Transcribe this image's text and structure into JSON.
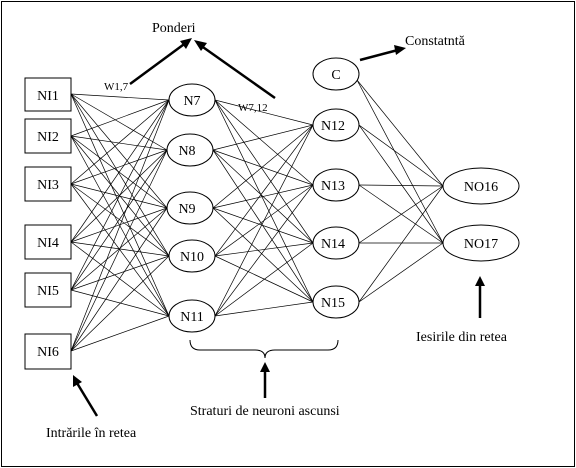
{
  "diagram": {
    "inputs": [
      {
        "id": "NI1",
        "label": "NI1"
      },
      {
        "id": "NI2",
        "label": "NI2"
      },
      {
        "id": "NI3",
        "label": "NI3"
      },
      {
        "id": "NI4",
        "label": "NI4"
      },
      {
        "id": "NI5",
        "label": "NI5"
      },
      {
        "id": "NI6",
        "label": "NI6"
      }
    ],
    "hidden1": [
      {
        "id": "N7",
        "label": "N7"
      },
      {
        "id": "N8",
        "label": "N8"
      },
      {
        "id": "N9",
        "label": "N9"
      },
      {
        "id": "N10",
        "label": "N10"
      },
      {
        "id": "N11",
        "label": "N11"
      }
    ],
    "hidden2": [
      {
        "id": "C",
        "label": "C"
      },
      {
        "id": "N12",
        "label": "N12"
      },
      {
        "id": "N13",
        "label": "N13"
      },
      {
        "id": "N14",
        "label": "N14"
      },
      {
        "id": "N15",
        "label": "N15"
      }
    ],
    "outputs": [
      {
        "id": "NO16",
        "label": "NO16"
      },
      {
        "id": "NO17",
        "label": "NO17"
      }
    ],
    "weight_labels": [
      "W1,7",
      "W7,12"
    ],
    "annotations": {
      "weights": "Ponderi",
      "constant": "Constatntă",
      "hidden_layers": "Straturi de neuroni ascunsi",
      "inputs": "Intrările în retea",
      "outputs": "Iesirile din  retea"
    }
  }
}
